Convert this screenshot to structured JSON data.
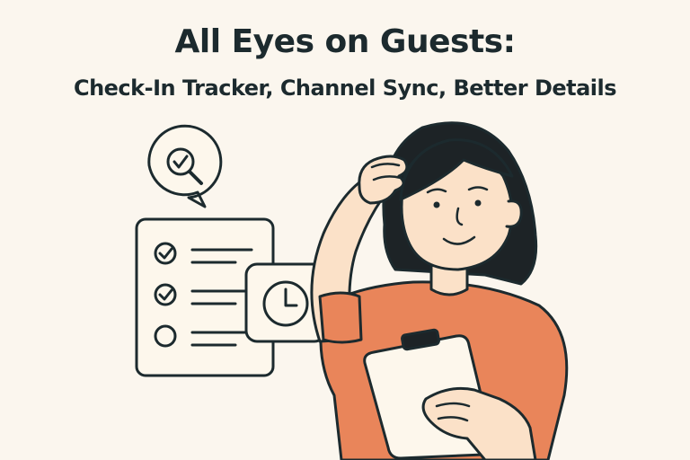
{
  "header": {
    "title": "All Eyes on Guests:",
    "subtitle": "Check-In Tracker, Channel Sync, Better Details"
  },
  "illustration": {
    "icons": [
      "search-check-icon",
      "checklist-icon",
      "clock-icon",
      "clipboard-icon"
    ],
    "checklist": {
      "checked": 2,
      "total": 3
    },
    "colors": {
      "background": "#fbf6ee",
      "ink": "#1c2a2e",
      "paper": "#fdf7ec",
      "shirt": "#e9855a",
      "skin": "#fbe1c8",
      "hair": "#1d2326"
    }
  }
}
